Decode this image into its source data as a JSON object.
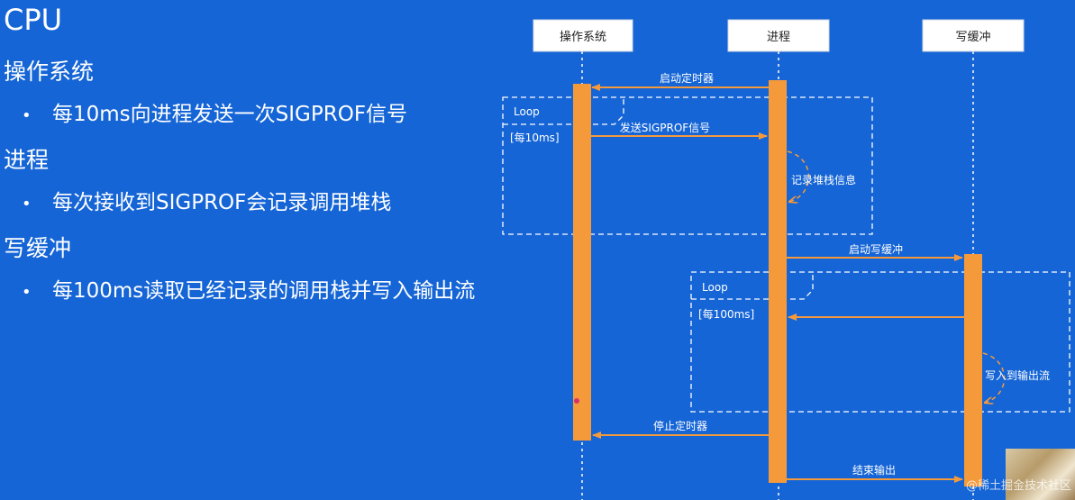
{
  "slide": {
    "title": "CPU",
    "sections": [
      {
        "heading": "操作系统",
        "bullet": "每10ms向进程发送一次SIGPROF信号"
      },
      {
        "heading": "进程",
        "bullet": "每次接收到SIGPROF会记录调用堆栈"
      },
      {
        "heading": "写缓冲",
        "bullet": "每100ms读取已经记录的调用栈并写入输出流"
      }
    ],
    "bullet_symbol": "•"
  },
  "diagram": {
    "lifelines": [
      "操作系统",
      "进程",
      "写缓冲"
    ],
    "messages": {
      "start_timer": "启动定时器",
      "send_signal": "发送SIGPROF信号",
      "record_stack": "记录堆栈信息",
      "start_buffer": "启动写缓冲",
      "write_output": "写入到输出流",
      "stop_timer": "停止定时器",
      "end_output": "结束输出"
    },
    "loops": [
      {
        "keyword": "Loop",
        "guard": "[每10ms]"
      },
      {
        "keyword": "Loop",
        "guard": "[每100ms]"
      }
    ],
    "colors": {
      "background": "#1565d6",
      "activation": "#f59a3b",
      "line": "#ffffff"
    }
  },
  "watermark": "@稀土掘金技术社区"
}
